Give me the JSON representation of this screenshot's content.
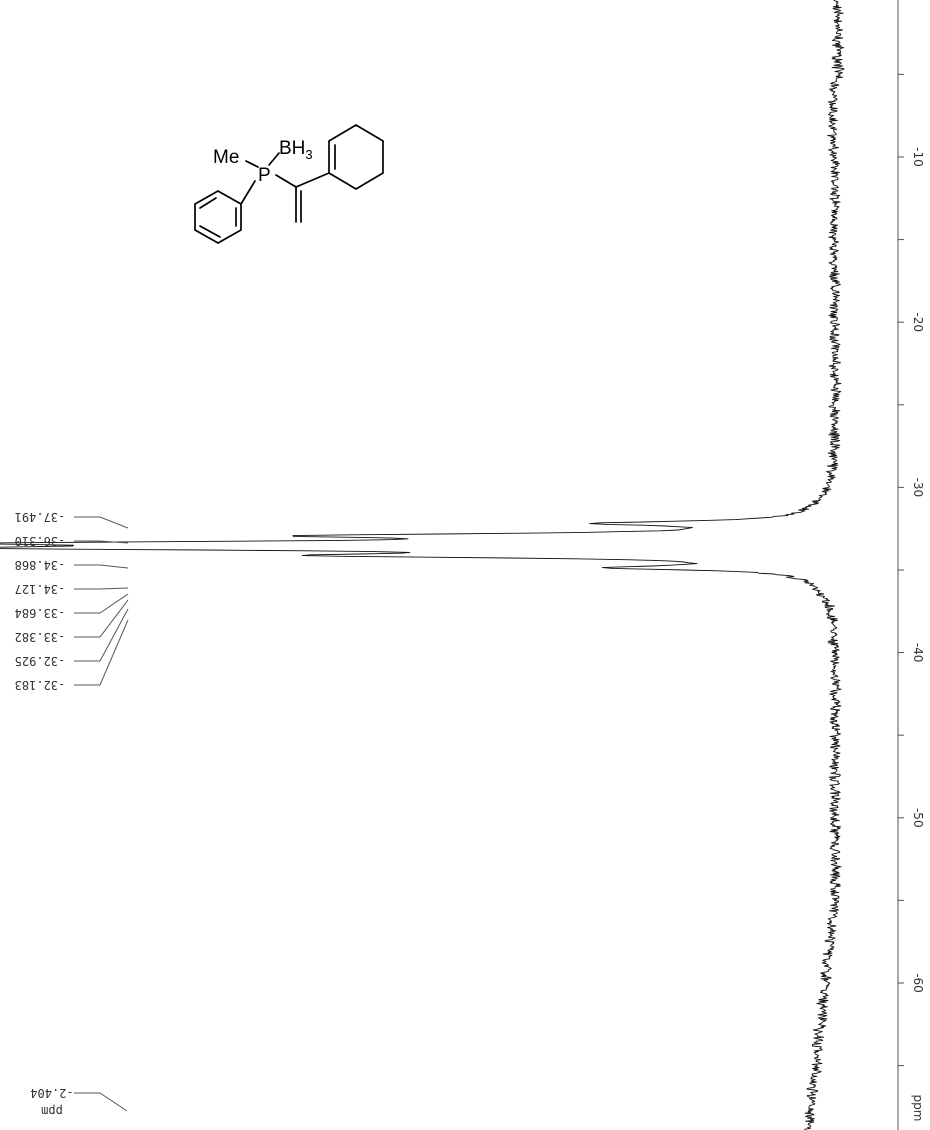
{
  "chart_data": {
    "type": "line",
    "title": "",
    "xlabel": "ppm",
    "ylabel": "",
    "xlim": [
      -68,
      -2
    ],
    "x_ticks": [
      "-10",
      "-20",
      "-30",
      "-40",
      "-50",
      "-60"
    ],
    "x_tick_values": [
      -10,
      -20,
      -30,
      -40,
      -50,
      -60
    ],
    "grid": false,
    "orientation": "rotated 90 degrees clockwise (ppm axis runs vertically on right)",
    "peak_labels": [
      "-37.491",
      "-36.310",
      "-34.868",
      "-34.127",
      "-33.684",
      "-33.382",
      "-32.925",
      "-32.183"
    ],
    "peak_label_values": [
      -37.491,
      -36.31,
      -34.868,
      -34.127,
      -33.684,
      -33.382,
      -32.925,
      -32.183
    ],
    "extra_label": "-2.404",
    "extra_label_value": -2.404,
    "extra_label_unit": "ppm",
    "series": [
      {
        "peaks": [
          {
            "ppm": -32.18,
            "intensity": 0.27
          },
          {
            "ppm": -32.93,
            "intensity": 0.6
          },
          {
            "ppm": -33.38,
            "intensity": 0.91
          },
          {
            "ppm": -33.68,
            "intensity": 0.94
          },
          {
            "ppm": -34.13,
            "intensity": 0.58
          },
          {
            "ppm": -34.87,
            "intensity": 0.25
          }
        ]
      }
    ]
  },
  "structure": {
    "atoms": {
      "me": "Me",
      "p": "P",
      "bh": "BH",
      "bh_sub": "3"
    },
    "icon": "phosphine-borane-structure-icon"
  },
  "colors": {
    "trace": "#111111",
    "axis": "#555555",
    "text": "#333333"
  }
}
